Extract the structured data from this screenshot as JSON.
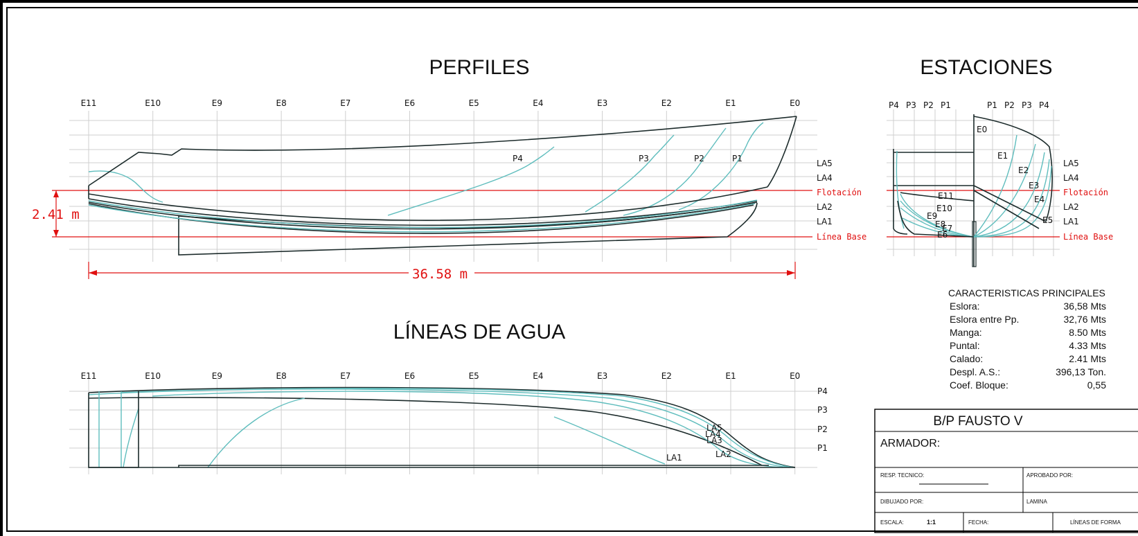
{
  "titles": {
    "perfiles": "PERFILES",
    "estaciones": "ESTACIONES",
    "lineas_agua": "LÍNEAS DE AGUA"
  },
  "stations": [
    "E11",
    "E10",
    "E9",
    "E8",
    "E7",
    "E6",
    "E5",
    "E4",
    "E3",
    "E2",
    "E1",
    "E0"
  ],
  "profile_curve_labels": [
    "P4",
    "P3",
    "P2",
    "P1"
  ],
  "waterline_labels": [
    "LA5",
    "LA4",
    "Flotación",
    "LA2",
    "LA1",
    "Línea Base"
  ],
  "dimensions": {
    "draft": "2.41  m",
    "length": "36.58  m"
  },
  "body_plan": {
    "top_left": [
      "P4",
      "P3",
      "P2",
      "P1"
    ],
    "top_right": [
      "P1",
      "P2",
      "P3",
      "P4"
    ],
    "station_labels_right": [
      "E0",
      "E1",
      "E2",
      "E3",
      "E4",
      "E5"
    ],
    "station_labels_left": [
      "E11",
      "E10",
      "E9",
      "E8",
      "E7",
      "E6"
    ]
  },
  "plan_view": {
    "right_labels": [
      "P4",
      "P3",
      "P2",
      "P1"
    ],
    "curve_labels": [
      "LA5",
      "LA4",
      "LA3",
      "LA2",
      "LA1"
    ]
  },
  "characteristics": {
    "heading": "CARACTERISTICAS PRINCIPALES",
    "rows": [
      {
        "label": "Eslora:",
        "value": "36,58 Mts"
      },
      {
        "label": "Eslora entre Pp.",
        "value": "32,76 Mts"
      },
      {
        "label": "Manga:",
        "value": "8.50 Mts"
      },
      {
        "label": "Puntal:",
        "value": "4.33 Mts"
      },
      {
        "label": "Calado:",
        "value": "2.41 Mts"
      },
      {
        "label": "Despl. A.S.:",
        "value": "396,13 Ton."
      },
      {
        "label": "Coef. Bloque:",
        "value": "0,55"
      }
    ]
  },
  "title_block": {
    "vessel": "B/P FAUSTO V",
    "armador": "ARMADOR:",
    "resp_tecnico": "RESP. TECNICO:",
    "aprobado": "APROBADO POR:",
    "dibujado": "DIBUJADO POR:",
    "lamina": "LAMINA",
    "escala": "ESCALA:",
    "escala_value": "1:1",
    "fecha": "FECHA:",
    "drawing": "LÍNEAS DE FORMA"
  }
}
